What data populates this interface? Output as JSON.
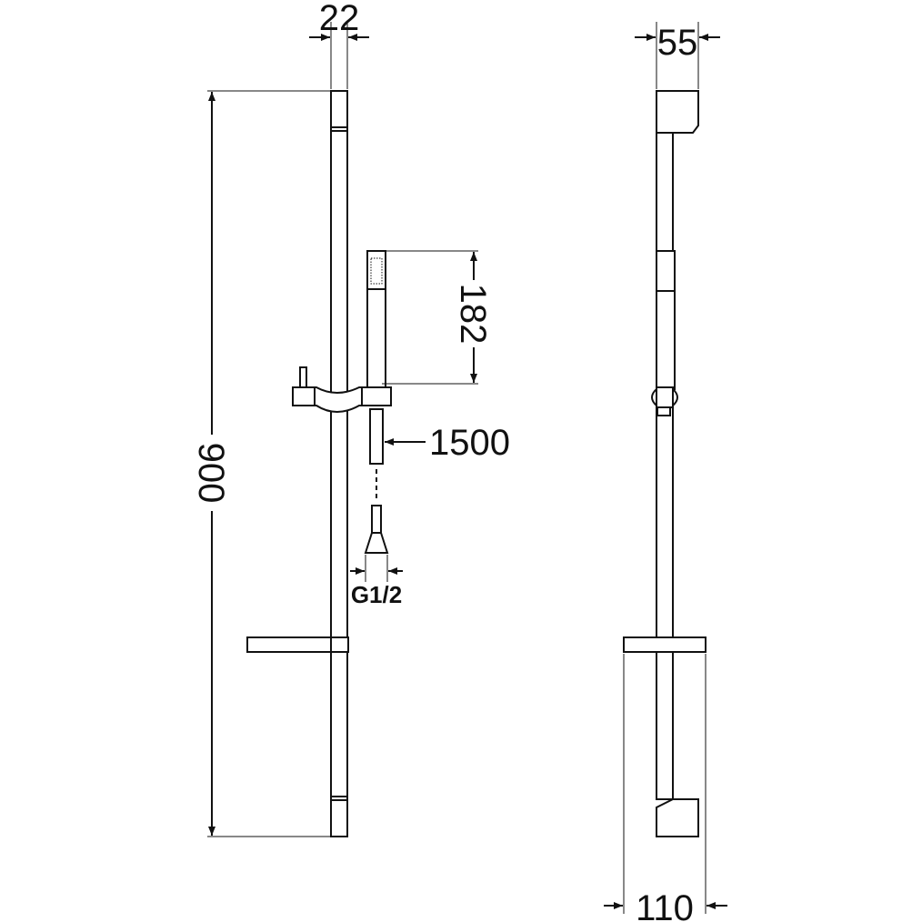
{
  "dimensions": {
    "bar_width": "22",
    "total_height": "900",
    "handshower_length": "182",
    "hose_length": "1500",
    "thread": "G1/2",
    "side_depth": "55",
    "soap_dish_depth": "110"
  },
  "colors": {
    "line": "#111111",
    "background": "#ffffff"
  }
}
